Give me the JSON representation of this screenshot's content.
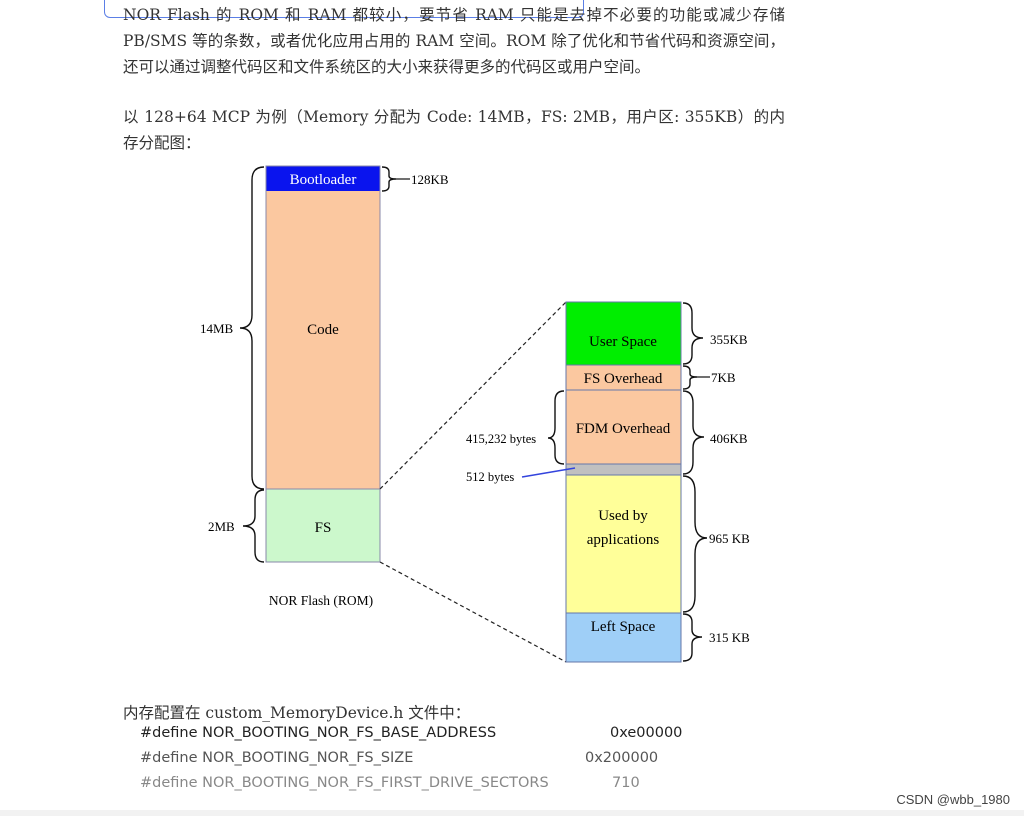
{
  "paragraphs": {
    "p1": "NOR Flash 的 ROM 和 RAM 都较小，要节省 RAM 只能是去掉不必要的功能或减少存储 PB/SMS 等的条数，或者优化应用占用的 RAM 空间。ROM 除了优化和节省代码和资源空间，还可以通过调整代码区和文件系统区的大小来获得更多的代码区或用户空间。",
    "p2": "以 128+64 MCP 为例（Memory 分配为 Code: 14MB，FS: 2MB，用户区: 355KB）的内存分配图：",
    "p3": "内存配置在 custom_MemoryDevice.h 文件中："
  },
  "diagram": {
    "left_column": {
      "caption": "NOR Flash (ROM)",
      "blocks": [
        {
          "label": "Bootloader",
          "color": "#0a14ee",
          "text_color": "#ffffff"
        },
        {
          "label": "Code",
          "color": "#fbc8a0",
          "text_color": "#111111"
        },
        {
          "label": "FS",
          "color": "#ccf8cc",
          "text_color": "#111111"
        }
      ],
      "sizes": {
        "bootloader": "128KB",
        "code": "14MB",
        "fs": "2MB"
      }
    },
    "right_column": {
      "blocks": [
        {
          "label": "User Space",
          "color": "#00ee00"
        },
        {
          "label": "FS Overhead",
          "color": "#fbc8a0"
        },
        {
          "label": "FDM Overhead",
          "color": "#fbc8a0"
        },
        {
          "label": "",
          "color": "#c0c0c0"
        },
        {
          "label": "Used by",
          "label2": "applications",
          "color": "#ffff99"
        },
        {
          "label": "Left Space",
          "color": "#9fcff7"
        }
      ],
      "sizes": {
        "user": "355KB",
        "fs_overhead": "7KB",
        "fdm_overhead": "406KB",
        "used": "965 KB",
        "left": "315 KB",
        "fdm_bytes": "415,232 bytes",
        "sep_bytes": "512 bytes"
      }
    }
  },
  "defines": [
    {
      "name": "#define NOR_BOOTING_NOR_FS_BASE_ADDRESS",
      "value": "0xe00000"
    },
    {
      "name": "#define NOR_BOOTING_NOR_FS_SIZE",
      "value": "0x200000"
    },
    {
      "name": "#define NOR_BOOTING_NOR_FS_FIRST_DRIVE_SECTORS",
      "value": "710"
    }
  ],
  "watermark": "CSDN @wbb_1980"
}
